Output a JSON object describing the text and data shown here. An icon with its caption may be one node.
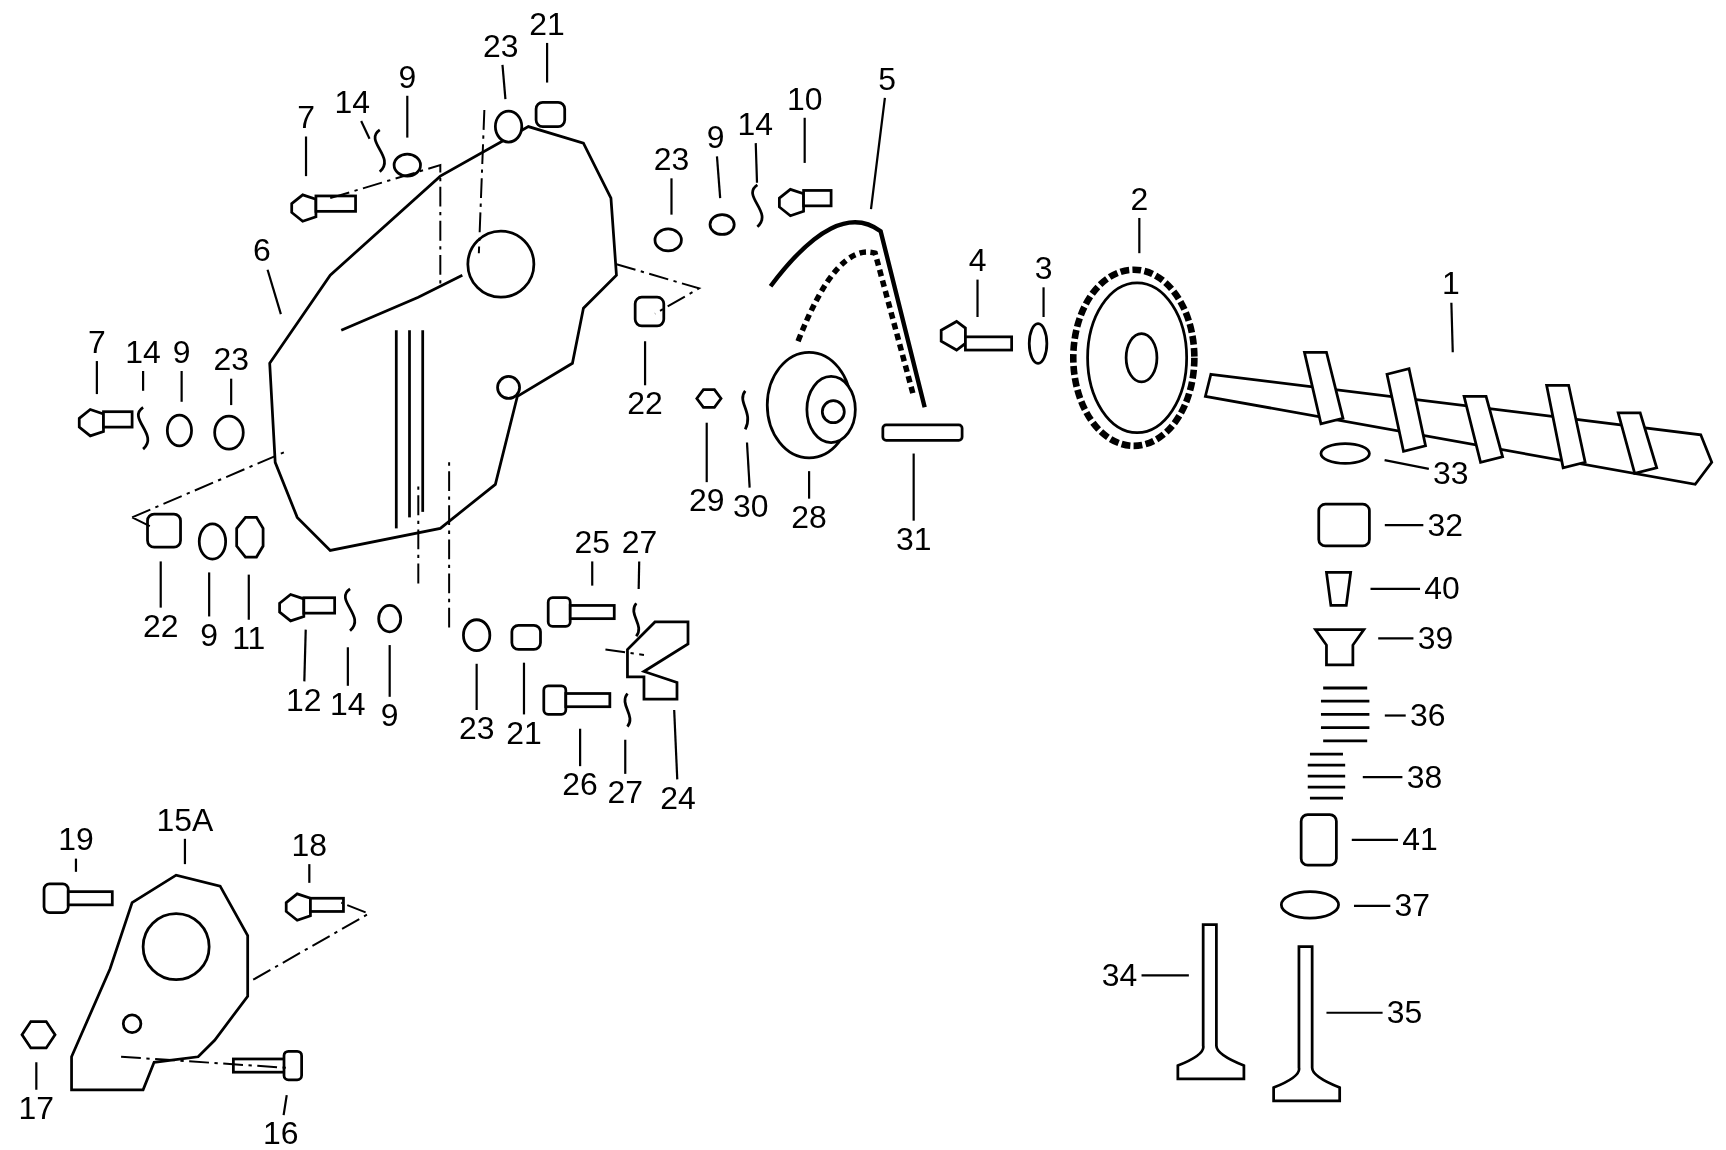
{
  "diagram": {
    "nodes": [
      {
        "text": [
          "21"
        ]
      },
      {
        "text": [
          "23"
        ]
      },
      {
        "text": [
          "9"
        ]
      },
      {
        "text": [
          "14"
        ]
      },
      {
        "text": [
          "7"
        ]
      },
      {
        "text": [
          "5"
        ]
      },
      {
        "text": [
          "10"
        ]
      },
      {
        "text": [
          "14"
        ]
      },
      {
        "text": [
          "23"
        ]
      },
      {
        "text": [
          "9"
        ]
      },
      {
        "text": [
          "2"
        ]
      },
      {
        "text": [
          "6"
        ]
      },
      {
        "text": [
          "4"
        ]
      },
      {
        "text": [
          "3"
        ]
      },
      {
        "text": [
          "1"
        ]
      },
      {
        "text": [
          "7"
        ]
      },
      {
        "text": [
          "14"
        ]
      },
      {
        "text": [
          "9"
        ]
      },
      {
        "text": [
          "23"
        ]
      },
      {
        "text": [
          "22"
        ]
      },
      {
        "text": [
          "29"
        ]
      },
      {
        "text": [
          "30"
        ]
      },
      {
        "text": [
          "28"
        ]
      },
      {
        "text": [
          "31"
        ]
      },
      {
        "text": [
          "33"
        ]
      },
      {
        "text": [
          "32"
        ]
      },
      {
        "text": [
          "40"
        ]
      },
      {
        "text": [
          "39"
        ]
      },
      {
        "text": [
          "25"
        ]
      },
      {
        "text": [
          "27"
        ]
      },
      {
        "text": [
          "22"
        ]
      },
      {
        "text": [
          "9"
        ]
      },
      {
        "text": [
          "11"
        ]
      },
      {
        "text": [
          "12"
        ]
      },
      {
        "text": [
          "14"
        ]
      },
      {
        "text": [
          "9"
        ]
      },
      {
        "text": [
          "23"
        ]
      },
      {
        "text": [
          "21"
        ]
      },
      {
        "text": [
          "36"
        ]
      },
      {
        "text": [
          "38"
        ]
      },
      {
        "text": [
          "26"
        ]
      },
      {
        "text": [
          "27"
        ]
      },
      {
        "text": [
          "24"
        ]
      },
      {
        "text": [
          "41"
        ]
      },
      {
        "text": [
          "15A"
        ]
      },
      {
        "text": [
          "19"
        ]
      },
      {
        "text": [
          "18"
        ]
      },
      {
        "text": [
          "37"
        ]
      },
      {
        "text": [
          "34"
        ]
      },
      {
        "text": [
          "35"
        ]
      },
      {
        "text": [
          "17"
        ]
      },
      {
        "text": [
          "16"
        ]
      }
    ],
    "edges": [
      {
        "from": 0,
        "to": null,
        "arrow": "none"
      },
      {
        "from": 1,
        "to": null,
        "arrow": "none"
      },
      {
        "from": 2,
        "to": null,
        "arrow": "none"
      },
      {
        "from": 3,
        "to": null,
        "arrow": "none"
      },
      {
        "from": 4,
        "to": null,
        "arrow": "none"
      },
      {
        "from": 5,
        "to": null,
        "arrow": "none"
      },
      {
        "from": 6,
        "to": null,
        "arrow": "none"
      },
      {
        "from": 7,
        "to": null,
        "arrow": "none"
      },
      {
        "from": 8,
        "to": null,
        "arrow": "none"
      },
      {
        "from": 9,
        "to": null,
        "arrow": "none"
      },
      {
        "from": 10,
        "to": null,
        "arrow": "none"
      },
      {
        "from": 11,
        "to": null,
        "arrow": "none"
      },
      {
        "from": 12,
        "to": null,
        "arrow": "none"
      },
      {
        "from": 13,
        "to": null,
        "arrow": "none"
      },
      {
        "from": 14,
        "to": null,
        "arrow": "none"
      },
      {
        "from": 15,
        "to": null,
        "arrow": "none"
      },
      {
        "from": 16,
        "to": null,
        "arrow": "none"
      },
      {
        "from": 17,
        "to": null,
        "arrow": "none"
      },
      {
        "from": 18,
        "to": null,
        "arrow": "none"
      },
      {
        "from": 19,
        "to": null,
        "arrow": "none"
      },
      {
        "from": 20,
        "to": null,
        "arrow": "none"
      },
      {
        "from": 21,
        "to": null,
        "arrow": "none"
      },
      {
        "from": 22,
        "to": null,
        "arrow": "none"
      },
      {
        "from": 23,
        "to": null,
        "arrow": "none"
      },
      {
        "from": 24,
        "to": null,
        "arrow": "none"
      },
      {
        "from": 25,
        "to": null,
        "arrow": "none"
      },
      {
        "from": 26,
        "to": null,
        "arrow": "none"
      },
      {
        "from": 27,
        "to": null,
        "arrow": "none"
      },
      {
        "from": 28,
        "to": null,
        "arrow": "none"
      },
      {
        "from": 29,
        "to": null,
        "arrow": "none"
      },
      {
        "from": 30,
        "to": null,
        "arrow": "none"
      },
      {
        "from": 31,
        "to": null,
        "arrow": "none"
      },
      {
        "from": 32,
        "to": null,
        "arrow": "none"
      },
      {
        "from": 33,
        "to": null,
        "arrow": "none"
      },
      {
        "from": 34,
        "to": null,
        "arrow": "none"
      },
      {
        "from": 35,
        "to": null,
        "arrow": "none"
      },
      {
        "from": 36,
        "to": null,
        "arrow": "none"
      },
      {
        "from": 37,
        "to": null,
        "arrow": "none"
      },
      {
        "from": 38,
        "to": null,
        "arrow": "none"
      },
      {
        "from": 39,
        "to": null,
        "arrow": "none"
      },
      {
        "from": 40,
        "to": null,
        "arrow": "none"
      },
      {
        "from": 41,
        "to": null,
        "arrow": "none"
      },
      {
        "from": 42,
        "to": null,
        "arrow": "none"
      },
      {
        "from": 43,
        "to": null,
        "arrow": "none"
      },
      {
        "from": 44,
        "to": null,
        "arrow": "none"
      },
      {
        "from": 45,
        "to": null,
        "arrow": "none"
      },
      {
        "from": 46,
        "to": null,
        "arrow": "none"
      },
      {
        "from": 47,
        "to": null,
        "arrow": "none"
      },
      {
        "from": 48,
        "to": null,
        "arrow": "none"
      },
      {
        "from": 49,
        "to": null,
        "arrow": "none"
      },
      {
        "from": 50,
        "to": null,
        "arrow": "none"
      },
      {
        "from": 51,
        "to": null,
        "arrow": "none"
      }
    ]
  }
}
